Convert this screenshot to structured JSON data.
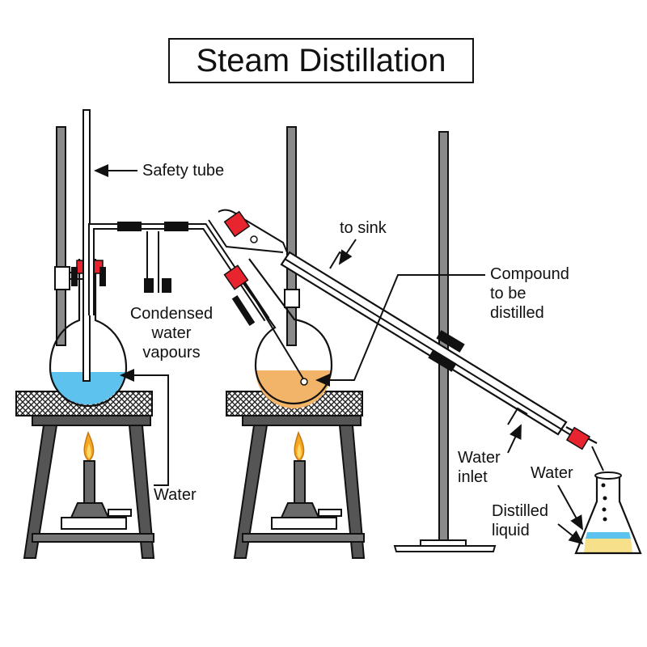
{
  "title": "Steam Distillation",
  "labels": {
    "safety_tube": "Safety tube",
    "condensed_water_vapours": [
      "Condensed",
      "water",
      "vapours"
    ],
    "water": "Water",
    "to_sink": "to sink",
    "compound_to_be_distilled": [
      "Compound",
      "to be",
      "distilled"
    ],
    "water_inlet": [
      "Water",
      "inlet"
    ],
    "receiver_water": "Water",
    "distilled_liquid": [
      "Distilled",
      "liquid"
    ]
  },
  "colors": {
    "water": "#5ec2ee",
    "compound": "#f2b468",
    "distilled_liquid": "#f7e08a",
    "clamp_red": "#e8252e",
    "flame_orange": "#f5a623",
    "flame_yellow": "#ffd966",
    "outline": "#111111",
    "metal": "#666666"
  }
}
